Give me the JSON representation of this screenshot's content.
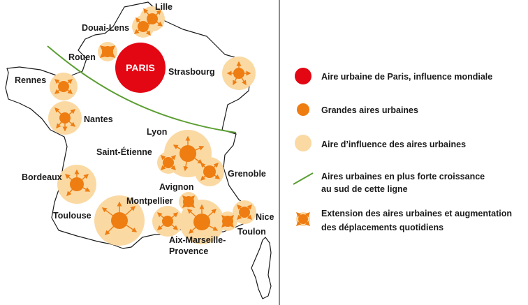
{
  "colors": {
    "paris": "#e30613",
    "urban": "#ee7d12",
    "influence": "#fbd9a3",
    "growth_line": "#5a9e32",
    "arrow": "#ee7d12",
    "outline": "#1a1a1a"
  },
  "map": {
    "paris_label": "PARIS",
    "cities": [
      {
        "id": "lille",
        "name": "Lille"
      },
      {
        "id": "douai-lens",
        "name": "Douai-Lens"
      },
      {
        "id": "rouen",
        "name": "Rouen"
      },
      {
        "id": "strasbourg",
        "name": "Strasbourg"
      },
      {
        "id": "rennes",
        "name": "Rennes"
      },
      {
        "id": "nantes",
        "name": "Nantes"
      },
      {
        "id": "lyon",
        "name": "Lyon"
      },
      {
        "id": "saint-etienne",
        "name": "Saint-Étienne"
      },
      {
        "id": "grenoble",
        "name": "Grenoble"
      },
      {
        "id": "bordeaux",
        "name": "Bordeaux"
      },
      {
        "id": "avignon",
        "name": "Avignon"
      },
      {
        "id": "montpellier",
        "name": "Montpellier"
      },
      {
        "id": "toulouse",
        "name": "Toulouse"
      },
      {
        "id": "nice",
        "name": "Nice"
      },
      {
        "id": "toulon",
        "name": "Toulon"
      },
      {
        "id": "aix-marseille-provence",
        "name": "Aix-Marseille-\nProvence"
      }
    ]
  },
  "legend": {
    "items": [
      {
        "id": "paris",
        "symbol": "paris-circle",
        "lines": [
          "Aire urbaine de Paris, influence mondiale"
        ]
      },
      {
        "id": "grandes",
        "symbol": "urban-circle",
        "lines": [
          "Grandes aires urbaines"
        ]
      },
      {
        "id": "influence",
        "symbol": "influence-circle",
        "lines": [
          "Aire d’influence des aires urbaines"
        ]
      },
      {
        "id": "croissance",
        "symbol": "green-line",
        "lines": [
          "Aires urbaines en plus forte croissance",
          "au sud de cette ligne"
        ]
      },
      {
        "id": "extension",
        "symbol": "extension-arrows",
        "lines": [
          "Extension des aires urbaines et augmentation",
          "des déplacements quotidiens"
        ]
      }
    ]
  }
}
